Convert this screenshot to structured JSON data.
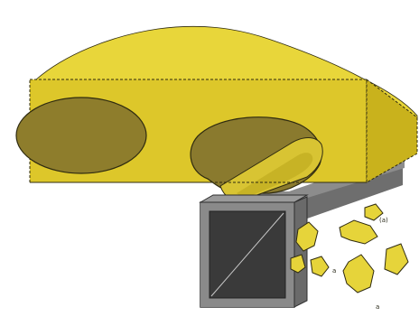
{
  "figure": {
    "labels": {
      "upper": "(a)",
      "middle": "a",
      "lower": "a"
    }
  },
  "colors": {
    "background": "#ffffff",
    "slab_top": "#e8d63a",
    "slab_front": "#ddc72a",
    "slab_right": "#c9b21c",
    "hollow_left": "#8e7d2c",
    "hollow_right": "#8a7a2e",
    "hollow_rim": "#d8c433",
    "shadow_band": "#6e6e6e",
    "beam_light": "#a3a3a3",
    "beam_mid": "#7f7f7f",
    "beam_dark": "#555555",
    "beam_interior": "#3a3a3a",
    "chip": "#e6d43a",
    "outline": "#2f2b10"
  },
  "chip_count": 7
}
